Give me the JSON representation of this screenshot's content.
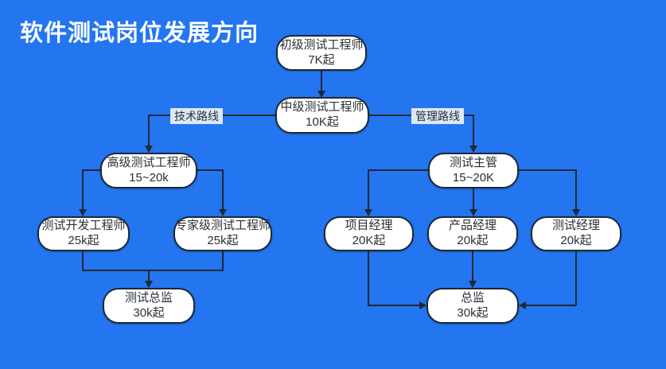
{
  "title": "软件测试岗位发展方向",
  "branch_labels": {
    "technical": "技术路线",
    "management": "管理路线"
  },
  "nodes": {
    "junior": {
      "name": "初级测试工程师",
      "salary": "7K起"
    },
    "intermediate": {
      "name": "中级测试工程师",
      "salary": "10K起"
    },
    "senior": {
      "name": "高级测试工程师",
      "salary": "15~20k"
    },
    "test_dev": {
      "name": "测试开发工程师",
      "salary": "25k起"
    },
    "expert": {
      "name": "专家级测试工程师",
      "salary": "25k起"
    },
    "test_director": {
      "name": "测试总监",
      "salary": "30k起"
    },
    "supervisor": {
      "name": "测试主管",
      "salary": "15~20K"
    },
    "project_manager": {
      "name": "项目经理",
      "salary": "20K起"
    },
    "product_manager": {
      "name": "产品经理",
      "salary": "20k起"
    },
    "test_manager": {
      "name": "测试经理",
      "salary": "20k起"
    },
    "director": {
      "name": "总监",
      "salary": "30k起"
    }
  },
  "colors": {
    "background": "#2376f0",
    "node_fill": "#ffffff",
    "node_border": "#1e2836",
    "line": "#1e2836",
    "title_text": "#ffffff",
    "node_text": "#2b2f36",
    "edge_label_bg": "#dce8f8",
    "edge_label_text": "#2b2f36"
  }
}
